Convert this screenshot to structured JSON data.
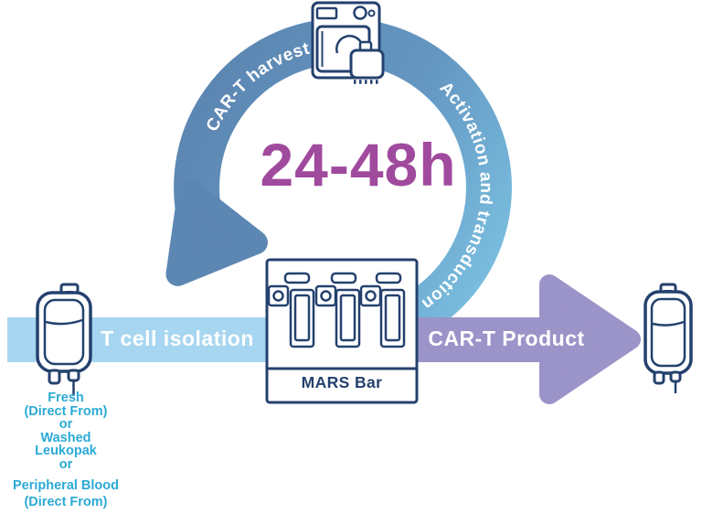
{
  "diagram": {
    "time_label": "24-48h",
    "cycle": {
      "left_arc_label": "CAR-T harvest",
      "right_arc_label": "Activation and transduction"
    },
    "flow": {
      "input_band_label": "T cell isolation",
      "output_band_label": "CAR-T Product",
      "device_label": "MARS Bar",
      "source_lines": [
        "Fresh",
        "(Direct From)",
        "or",
        "Washed",
        "Leukopak",
        "or",
        "Peripheral Blood",
        "(Direct From)"
      ]
    },
    "icons": {
      "machine": "cell-processing-machine-icon",
      "input_bag": "blood-bag-icon",
      "output_bag": "blood-bag-icon",
      "device": "mars-bar-instrument-icon"
    }
  },
  "colors": {
    "navy": "#24416e",
    "arc_dark": "#5d87b3",
    "arc_mid": "#6497c2",
    "arc_light": "#7cc2e2",
    "arrow_blue": "#5d87b3",
    "band_blue": "#a7d6f0",
    "band_purple": "#9b94c8",
    "time_purple": "#a04a9e",
    "teal_text": "#2baad5",
    "white": "#ffffff"
  }
}
